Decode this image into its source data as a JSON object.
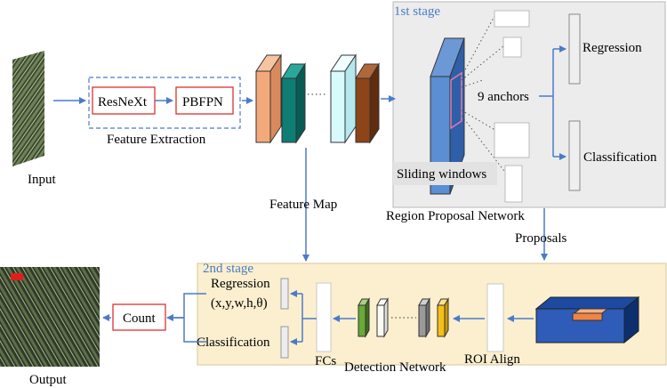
{
  "stage1": {
    "title": "1st stage",
    "subtitle": "Region Proposal Network"
  },
  "stage2": {
    "title": "2nd stage",
    "subtitle": "Detection Network"
  },
  "input_label": "Input",
  "output_label": "Output",
  "feature_extraction": {
    "caption": "Feature Extraction",
    "resnext": "ResNeXt",
    "pbfpn": "PBFPN"
  },
  "feature_map_label": "Feature Map",
  "rpn": {
    "anchors": "9 anchors",
    "sliding": "Sliding windows",
    "regression": "Regression",
    "classification": "Classification"
  },
  "proposals_label": "Proposals",
  "roi_align": "ROI Align",
  "fcs": "FCs",
  "head": {
    "regression": "Regression",
    "regression_params": "(x,y,w,h,θ)",
    "classification": "Classification"
  },
  "count_label": "Count",
  "colors": {
    "stage1_fill": "#ececec",
    "stage2_fill": "#fbefcf",
    "arrow": "#4a7bc8",
    "red_box": "#e03030",
    "feature_peach": "#f4a97c",
    "feature_teal": "#0e7d73",
    "feature_cyan": "#d7fafd",
    "feature_brown": "#8c4418"
  }
}
